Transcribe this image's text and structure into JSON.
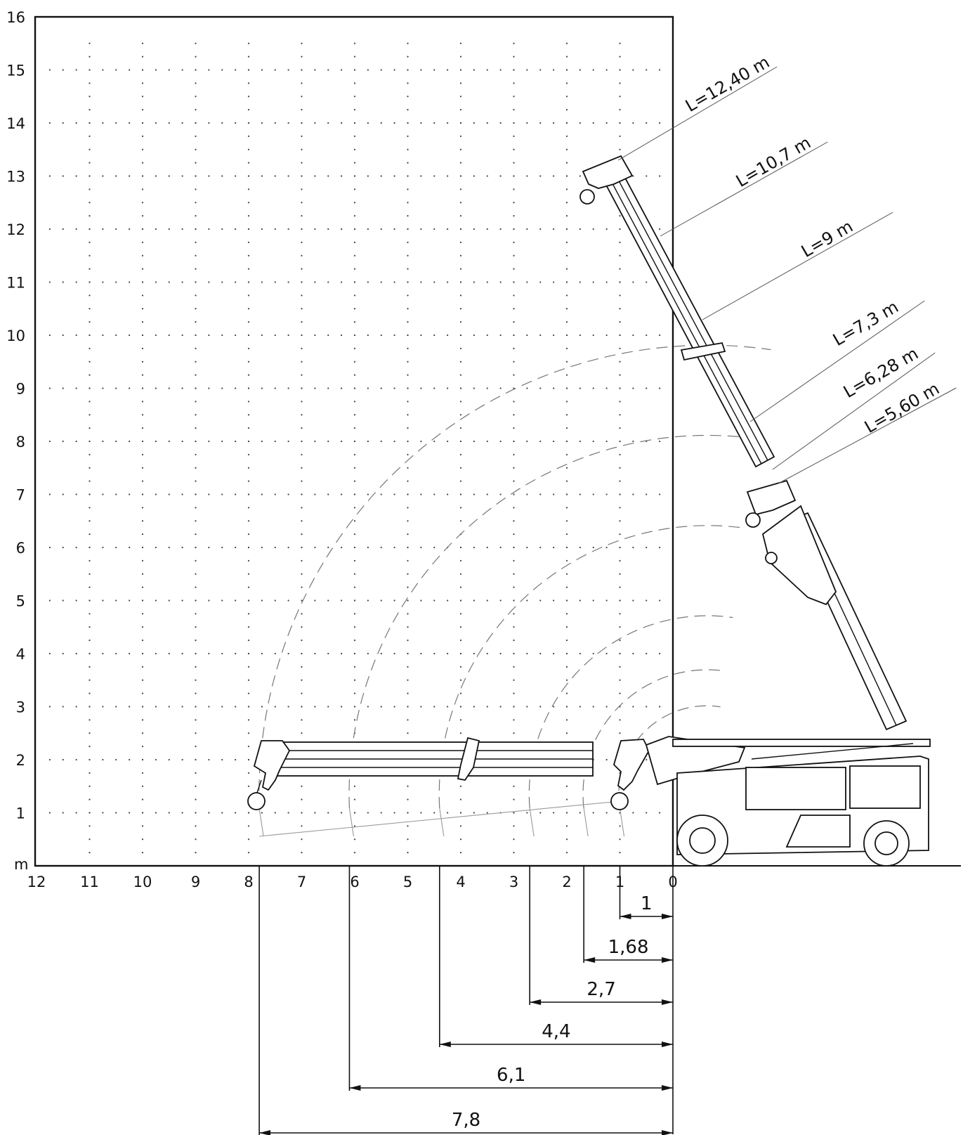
{
  "diagram": {
    "y_axis": {
      "unit_label": "m",
      "ticks": [
        "1",
        "2",
        "3",
        "4",
        "5",
        "6",
        "7",
        "8",
        "9",
        "10",
        "11",
        "12",
        "13",
        "14",
        "15",
        "16"
      ]
    },
    "x_axis": {
      "ticks": [
        "12",
        "11",
        "10",
        "9",
        "8",
        "7",
        "6",
        "5",
        "4",
        "3",
        "2",
        "1",
        "0"
      ]
    },
    "boom_lengths": [
      {
        "label": "L=12,40 m",
        "radius_m": 12.4
      },
      {
        "label": "L=10,7 m",
        "radius_m": 10.7
      },
      {
        "label": "L=9 m",
        "radius_m": 9
      },
      {
        "label": "L=7,3 m",
        "radius_m": 7.3
      },
      {
        "label": "L=6,28 m",
        "radius_m": 6.28
      },
      {
        "label": "L=5,60 m",
        "radius_m": 5.6
      }
    ],
    "reach_dimensions": [
      {
        "label": "1",
        "value_m": 1
      },
      {
        "label": "1,68",
        "value_m": 1.68
      },
      {
        "label": "2,7",
        "value_m": 2.7
      },
      {
        "label": "4,4",
        "value_m": 4.4
      },
      {
        "label": "6,1",
        "value_m": 6.1
      },
      {
        "label": "7,8",
        "value_m": 7.8
      }
    ]
  }
}
